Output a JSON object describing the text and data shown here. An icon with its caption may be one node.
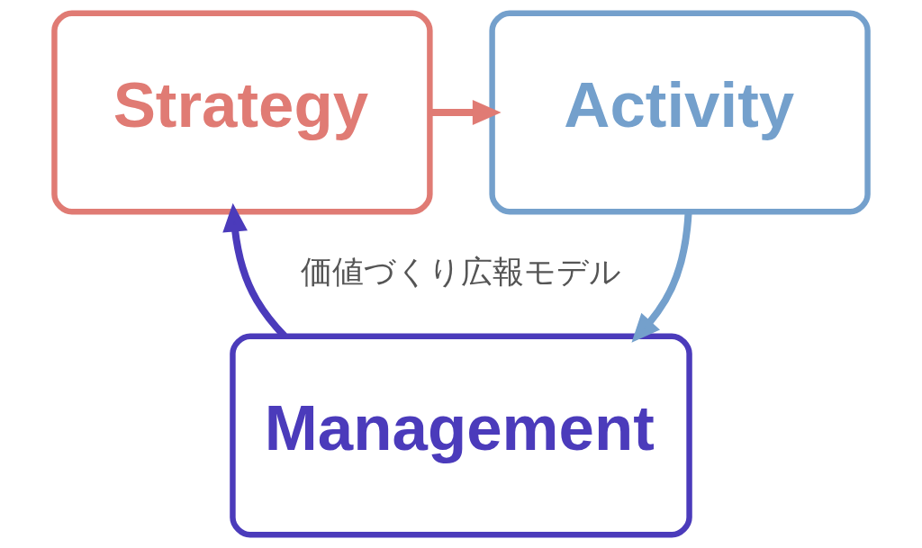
{
  "diagram": {
    "nodes": [
      {
        "text": [
          "Strategy"
        ]
      },
      {
        "text": [
          "Activity"
        ]
      },
      {
        "text": [
          "Management"
        ]
      }
    ],
    "edges": [
      {
        "from": 0,
        "to": 1,
        "arrow": "to",
        "color": "#e07b74"
      },
      {
        "from": 1,
        "to": 2,
        "arrow": "to",
        "color": "#74a0cc"
      },
      {
        "from": 2,
        "to": 0,
        "arrow": "to",
        "color": "#4b3bbb"
      }
    ],
    "labels": [
      "価値づくり広報モデル"
    ]
  }
}
